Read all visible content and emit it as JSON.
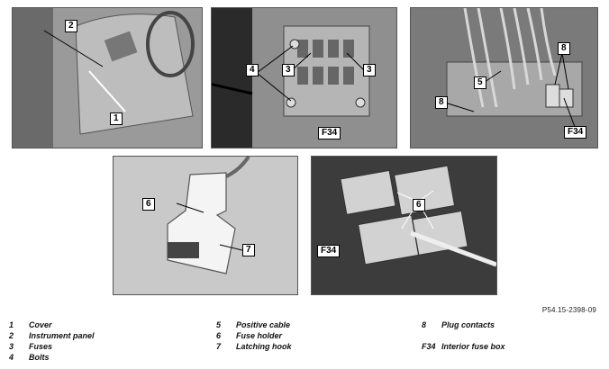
{
  "reference_code": "P54.15-2398-09",
  "callouts": {
    "p1": [
      "2",
      "1"
    ],
    "p2": [
      "4",
      "3",
      "3",
      "F34"
    ],
    "p3": [
      "8",
      "5",
      "8",
      "F34"
    ],
    "p4": [
      "6",
      "7"
    ],
    "p5": [
      "6",
      "F34"
    ]
  },
  "legend": [
    {
      "num": "1",
      "text": "Cover"
    },
    {
      "num": "2",
      "text": "Instrument panel"
    },
    {
      "num": "3",
      "text": "Fuses"
    },
    {
      "num": "4",
      "text": "Bolts"
    },
    {
      "num": "5",
      "text": "Positive cable"
    },
    {
      "num": "6",
      "text": "Fuse holder"
    },
    {
      "num": "7",
      "text": "Latching hook"
    },
    {
      "num": "8",
      "text": "Plug contacts"
    },
    {
      "num": "F34",
      "text": "Interior fuse box"
    }
  ],
  "colors": {
    "photo_dark": "#3c3c3c",
    "photo_mid": "#8a8a8a",
    "photo_light": "#c9c9c9"
  }
}
